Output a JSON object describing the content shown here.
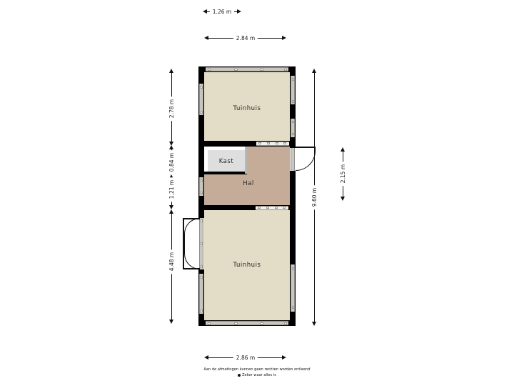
{
  "plan": {
    "rooms": [
      {
        "name": "tuinhuis-upper",
        "label": "Tuinhuis",
        "fill": "#e3dcc7"
      },
      {
        "name": "kast",
        "label": "Kast",
        "fill": "#dedede"
      },
      {
        "name": "hal",
        "label": "Hal",
        "fill": "#c4ac98"
      },
      {
        "name": "tuinhuis-lower",
        "label": "Tuinhuis",
        "fill": "#e3dcc7"
      }
    ],
    "colors": {
      "wall": "#000000",
      "window": "#c8c6bf",
      "background": "#ffffff",
      "room_beige": "#e3dcc7",
      "room_grey": "#dedede",
      "room_brown": "#c4ac98",
      "dimension": "#111111"
    }
  },
  "dimensions": {
    "top_inner": "1.26 m",
    "top_outer": "2.84 m",
    "left_1": "2.78 m",
    "left_2": "0.84 m",
    "left_3": "1.21 m",
    "left_4": "4.48 m",
    "right_outer": "9.60 m",
    "right_inner": "2.15 m",
    "bottom": "2.86 m"
  },
  "footer": {
    "line1": "Aan de afmetingen kunnen geen rechten worden ontleend",
    "line2": "Zeker waar alles is"
  }
}
